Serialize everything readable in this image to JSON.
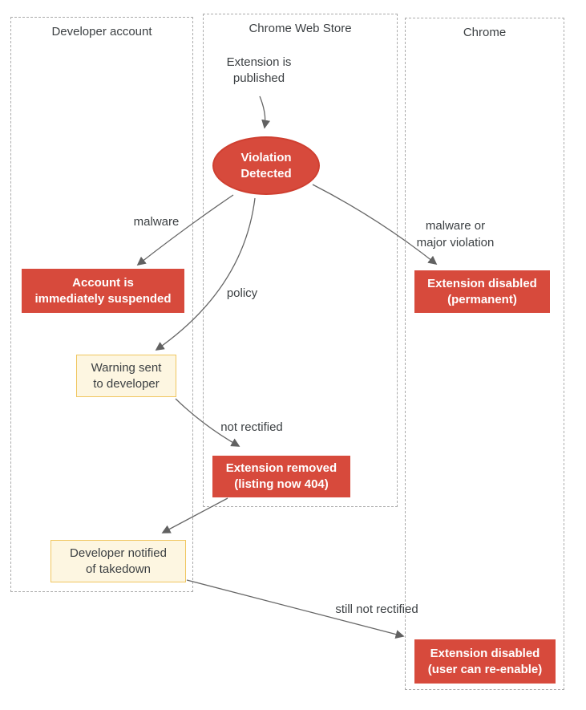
{
  "colors": {
    "node_red": "#d74a3c",
    "yellow_fill": "#fdf6e1",
    "yellow_border": "#f0c660",
    "lane_border": "#ababab",
    "text": "#3c4043",
    "arrow": "#666666"
  },
  "lanes": [
    {
      "id": "developer-account",
      "label": "Developer account"
    },
    {
      "id": "chrome-web-store",
      "label": "Chrome Web Store"
    },
    {
      "id": "chrome",
      "label": "Chrome"
    }
  ],
  "nodes": [
    {
      "id": "extension-published",
      "type": "text",
      "label": "Extension is\npublished"
    },
    {
      "id": "violation-detected",
      "type": "ellipse",
      "label": "Violation\nDetected"
    },
    {
      "id": "account-suspended",
      "type": "red-box",
      "label": "Account is\nimmediately suspended"
    },
    {
      "id": "extension-disabled-permanent",
      "type": "red-box",
      "label": "Extension disabled\n(permanent)"
    },
    {
      "id": "warning-sent",
      "type": "yellow-box",
      "label": "Warning sent\nto developer"
    },
    {
      "id": "extension-removed",
      "type": "red-box",
      "label": "Extension removed\n(listing now 404)"
    },
    {
      "id": "developer-notified",
      "type": "yellow-box",
      "label": "Developer notified\nof takedown"
    },
    {
      "id": "extension-disabled-reenable",
      "type": "red-box",
      "label": "Extension disabled\n(user can re-enable)"
    }
  ],
  "edge_labels": [
    {
      "id": "malware",
      "label": "malware"
    },
    {
      "id": "policy",
      "label": "policy"
    },
    {
      "id": "not-rectified",
      "label": "not rectified"
    },
    {
      "id": "malware-or-major-violation",
      "label": "malware or\nmajor violation"
    },
    {
      "id": "still-not-rectified",
      "label": "still not rectified"
    }
  ]
}
